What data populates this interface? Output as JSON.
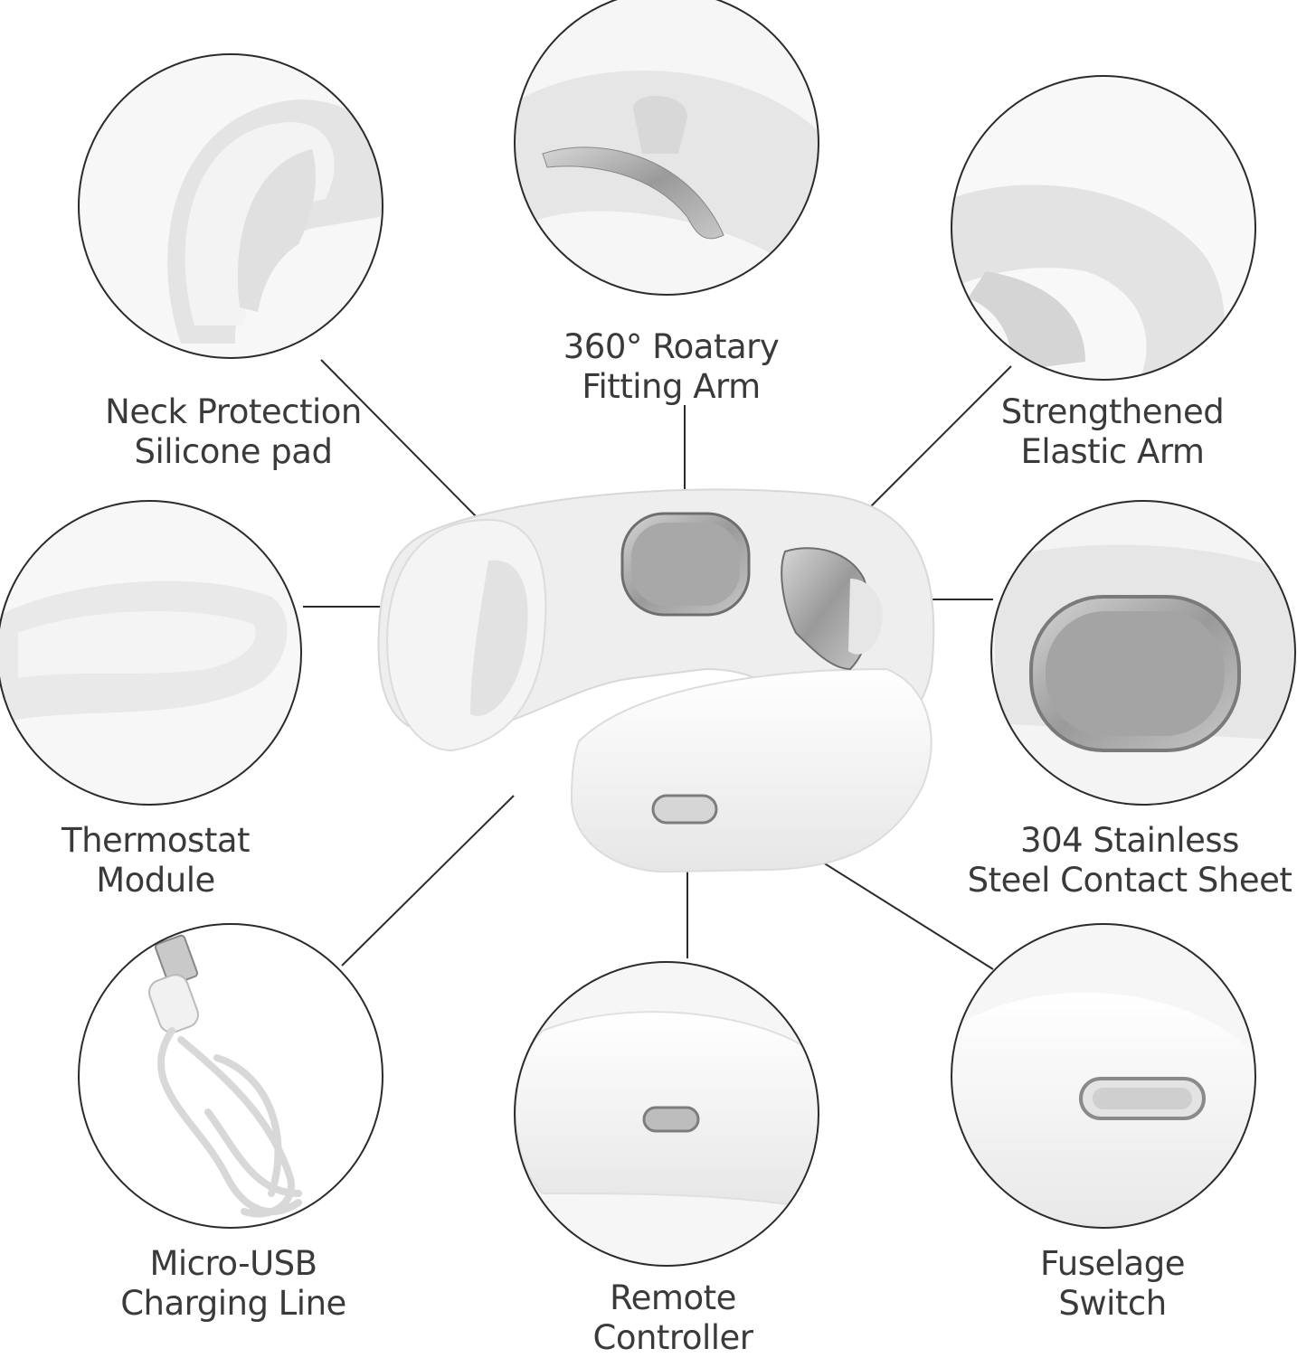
{
  "colors": {
    "background": "#ffffff",
    "circle_stroke": "#2b2b2b",
    "leader_line": "#2b2b2b",
    "label_text": "#3a3a3a",
    "device_white": "#f2f2f2",
    "device_shadow": "#d9d9d9",
    "metal": "#a9a9a9"
  },
  "labels": {
    "neck_pad": {
      "line1": "Neck Protection",
      "line2": "Silicone pad"
    },
    "rotary_arm": {
      "line1": "360° Roatary",
      "line2": "Fitting Arm"
    },
    "elastic_arm": {
      "line1": "Strengthened",
      "line2": "Elastic Arm"
    },
    "thermostat": {
      "line1": "Thermostat",
      "line2": "Module"
    },
    "contact_sheet": {
      "line1": "304 Stainless",
      "line2": "Steel Contact Sheet"
    },
    "usb_line": {
      "line1": "Micro-USB",
      "line2": "Charging Line"
    },
    "remote": {
      "line1": "Remote",
      "line2": "Controller"
    },
    "fuselage": {
      "line1": "Fuselage",
      "line2": "Switch"
    }
  },
  "icons": [
    "neck-pad-closeup",
    "rotary-arm-closeup",
    "elastic-arm-closeup",
    "thermostat-closeup",
    "contact-sheet-closeup",
    "usb-cable-closeup",
    "remote-controller-closeup",
    "fuselage-switch-closeup",
    "neck-massager-device"
  ]
}
